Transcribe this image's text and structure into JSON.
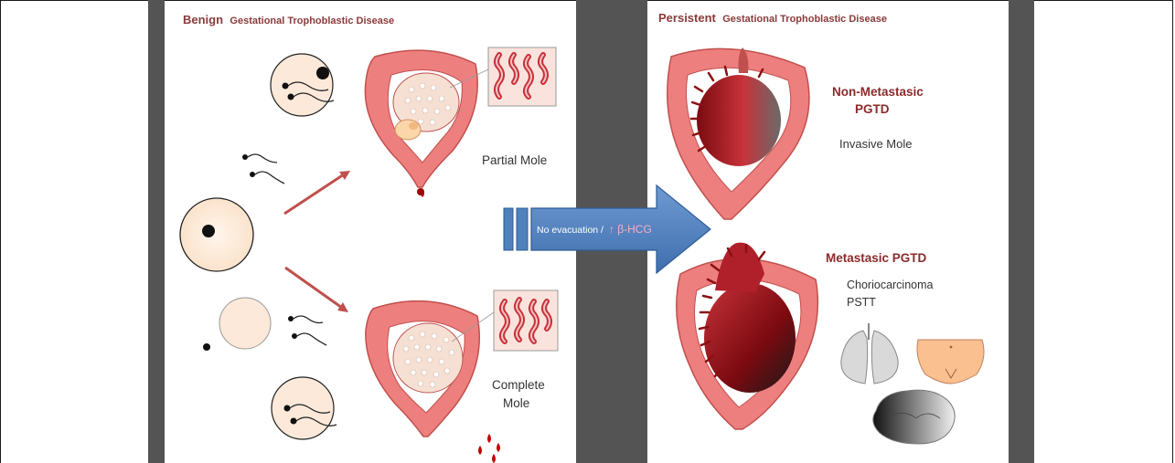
{
  "benign": {
    "title_strong": "Benign",
    "title_rest": "Gestational Trophoblastic Disease",
    "partial_mole": "Partial Mole",
    "complete_mole_line1": "Complete",
    "complete_mole_line2": "Mole"
  },
  "arrow": {
    "text": "No evacuation /",
    "hcg": "↑ β-HCG"
  },
  "persistent": {
    "title_strong": "Persistent",
    "title_rest": "Gestational Trophoblastic Disease",
    "non_metastasic_line1": "Non-Metastasic",
    "non_metastasic_line2": "PGTD",
    "invasive_mole": "Invasive Mole",
    "metastasic": "Metastasic PGTD",
    "choriocarcinoma": "Choriocarcinoma",
    "pstt": "PSTT"
  },
  "colors": {
    "panel_gray": "#545454",
    "uterus_pink": "#ee7f7f",
    "uterus_outline": "#c0504d",
    "egg_fill": "#fde9d9",
    "arrow_blue": "#4f81bd",
    "title_red": "#8b3a3a"
  }
}
